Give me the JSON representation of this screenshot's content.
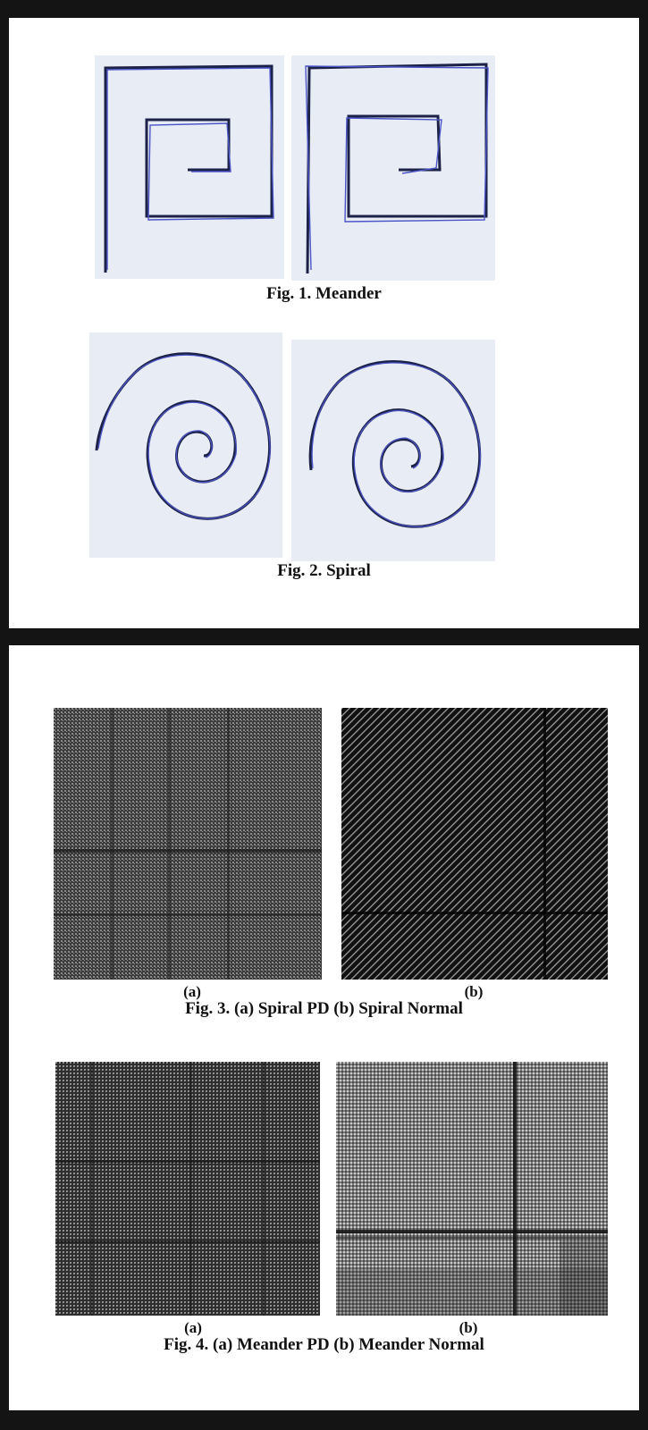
{
  "figures": {
    "fig1": {
      "caption": "Fig. 1.  Meander"
    },
    "fig2": {
      "caption": "Fig. 2.  Spiral"
    },
    "fig3": {
      "sub_a": "(a)",
      "sub_b": "(b)",
      "caption": "Fig. 3.  (a) Spiral PD (b) Spiral Normal"
    },
    "fig4": {
      "sub_a": "(a)",
      "sub_b": "(b)",
      "caption": "Fig. 4.  (a) Meander PD (b) Meander Normal"
    }
  },
  "colors": {
    "paper": "#e8ecf5",
    "ink_dark": "#1b2147",
    "ink_blue": "#4a55c8",
    "frame_bg": "#141414"
  }
}
